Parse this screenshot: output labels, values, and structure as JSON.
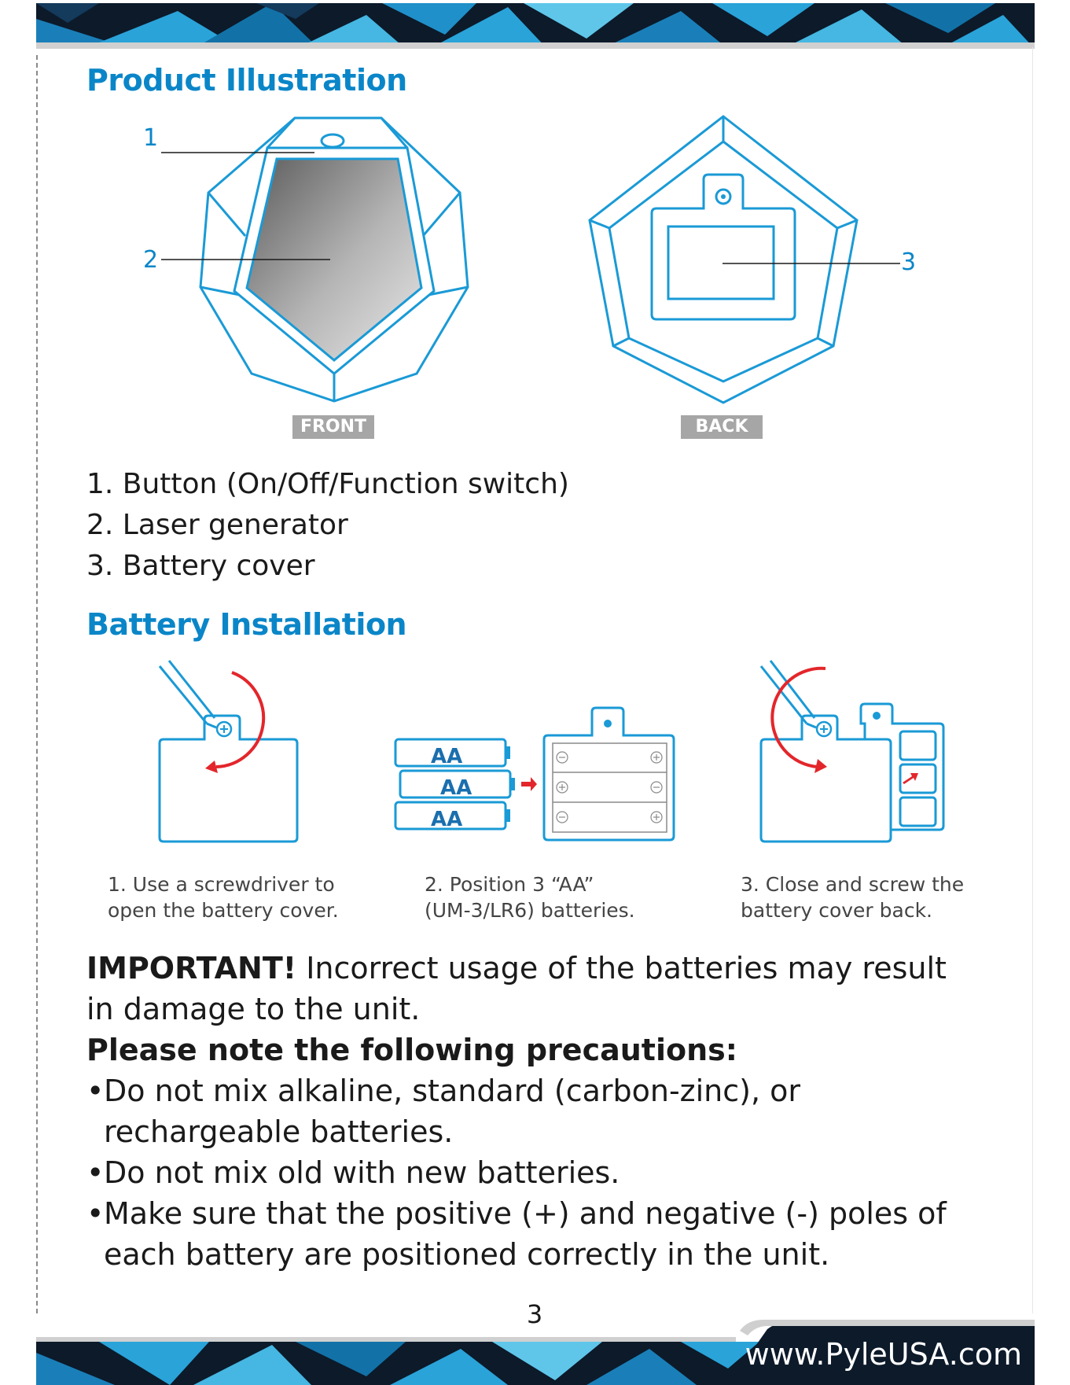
{
  "product_illustration": {
    "title": "Product Illustration",
    "callouts": [
      "1",
      "2",
      "3"
    ],
    "front_label": "FRONT",
    "back_label": "BACK",
    "parts": [
      "1. Button (On/Off/Function switch)",
      "2. Laser generator",
      "3. Battery cover"
    ]
  },
  "battery_installation": {
    "title": "Battery Installation",
    "battery_label": "AA",
    "steps": [
      {
        "line1": "1. Use a screwdriver to",
        "line2": "open the battery cover."
      },
      {
        "line1": "2. Position 3 “AA”",
        "line2": "(UM-3/LR6) batteries."
      },
      {
        "line1": "3. Close and screw the",
        "line2": "battery cover back."
      }
    ]
  },
  "warning": {
    "important_label": "IMPORTANT!",
    "important_text": " Incorrect usage of the batteries may result in damage to the unit.",
    "precautions_heading": "Please note the following precautions:",
    "precautions": [
      "Do not mix alkaline, standard (carbon-zinc), or rechargeable batteries.",
      "Do not mix old with new batteries.",
      "Make sure that the positive (+) and negative (-) poles of each battery are positioned correctly in the unit."
    ]
  },
  "footer": {
    "page_number": "3",
    "website": "www.PyleUSA.com"
  },
  "colors": {
    "accent_blue": "#0a86c8",
    "outline_blue": "#1a9ad6",
    "arrow_red": "#e3262b",
    "label_gray": "#a6a6a6",
    "banner_dark": "#0c1a2a"
  }
}
